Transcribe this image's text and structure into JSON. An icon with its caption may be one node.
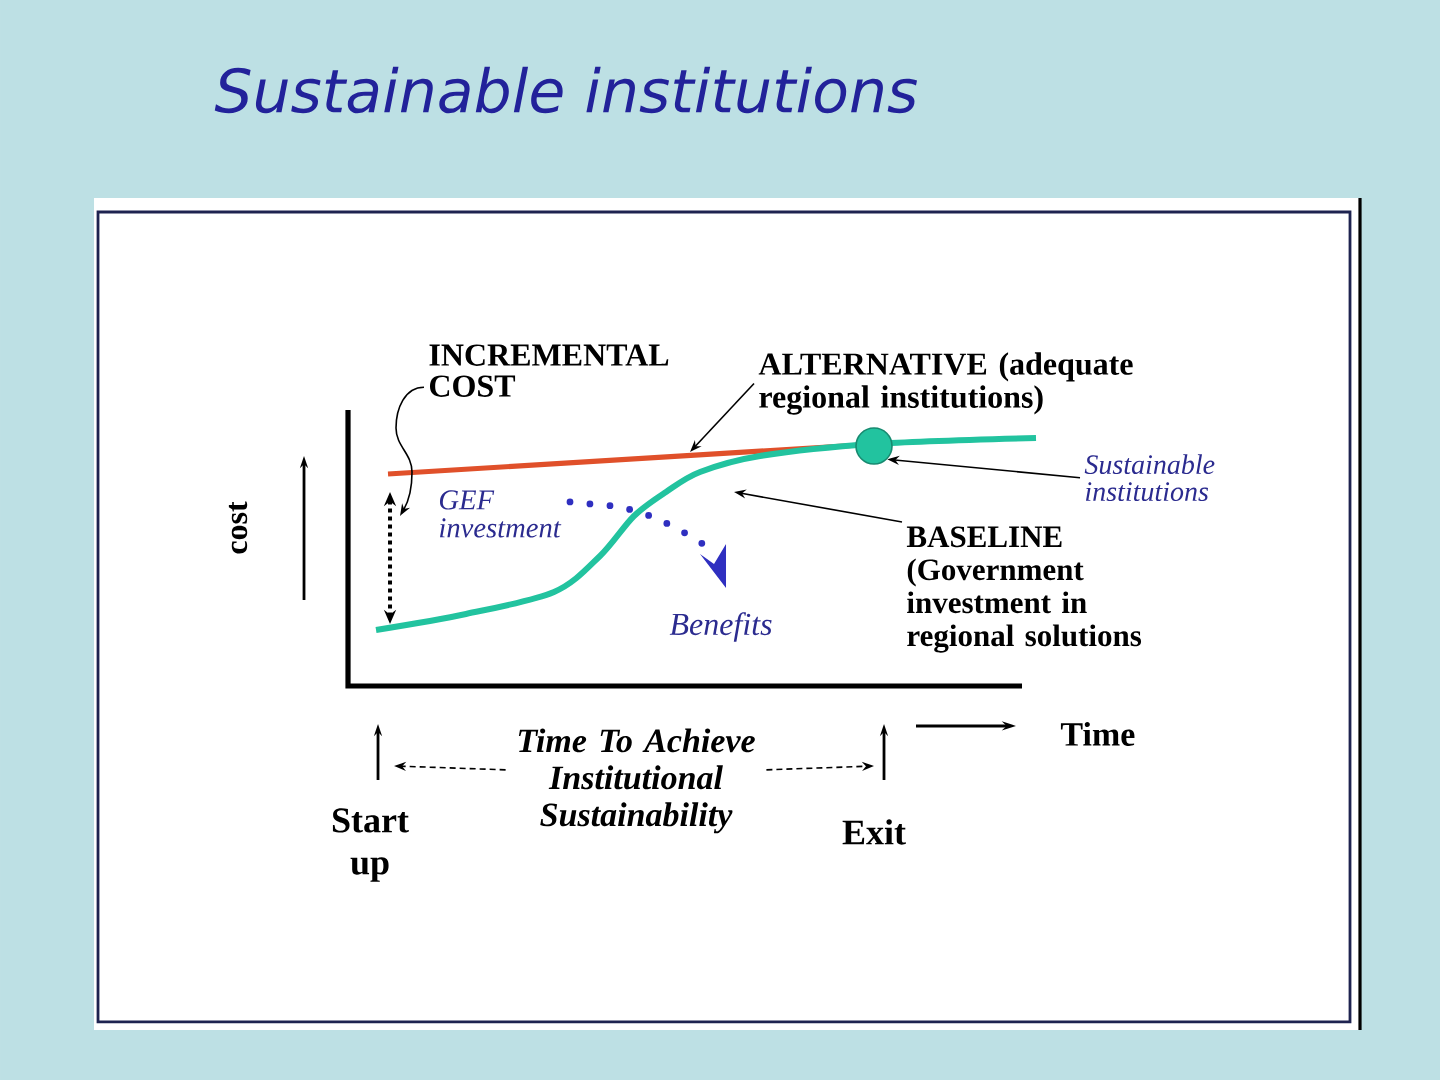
{
  "diagram": {
    "title": "Sustainable institutions",
    "nodes": [
      {
        "text": [
          "INCREMENTAL COST"
        ]
      },
      {
        "text": [
          "ALTERNATIVE (adequate regional institutions)"
        ]
      },
      {
        "text": [],
        "shape": "circle"
      },
      {
        "text": [
          "Sustainable institutions"
        ]
      },
      {
        "text": [
          "BASELINE (Government investment in regional solutions"
        ]
      },
      {
        "text": [
          "Time To Achieve Institutional Sustainability"
        ]
      }
    ],
    "edges": [
      {
        "from": 0,
        "to": null,
        "arrow": "to"
      },
      {
        "from": 1,
        "to": null,
        "arrow": "to"
      },
      {
        "from": 3,
        "to": 2,
        "arrow": "to"
      },
      {
        "from": 4,
        "to": null,
        "arrow": "to"
      },
      {
        "from": 5,
        "to": null,
        "arrow": "to",
        "style": "dashed"
      },
      {
        "from": 5,
        "to": null,
        "arrow": "to",
        "style": "dashed"
      }
    ],
    "labels": [
      "GEF investment",
      "cost",
      "Benefits",
      "Time",
      "Start up",
      "Exit"
    ]
  }
}
